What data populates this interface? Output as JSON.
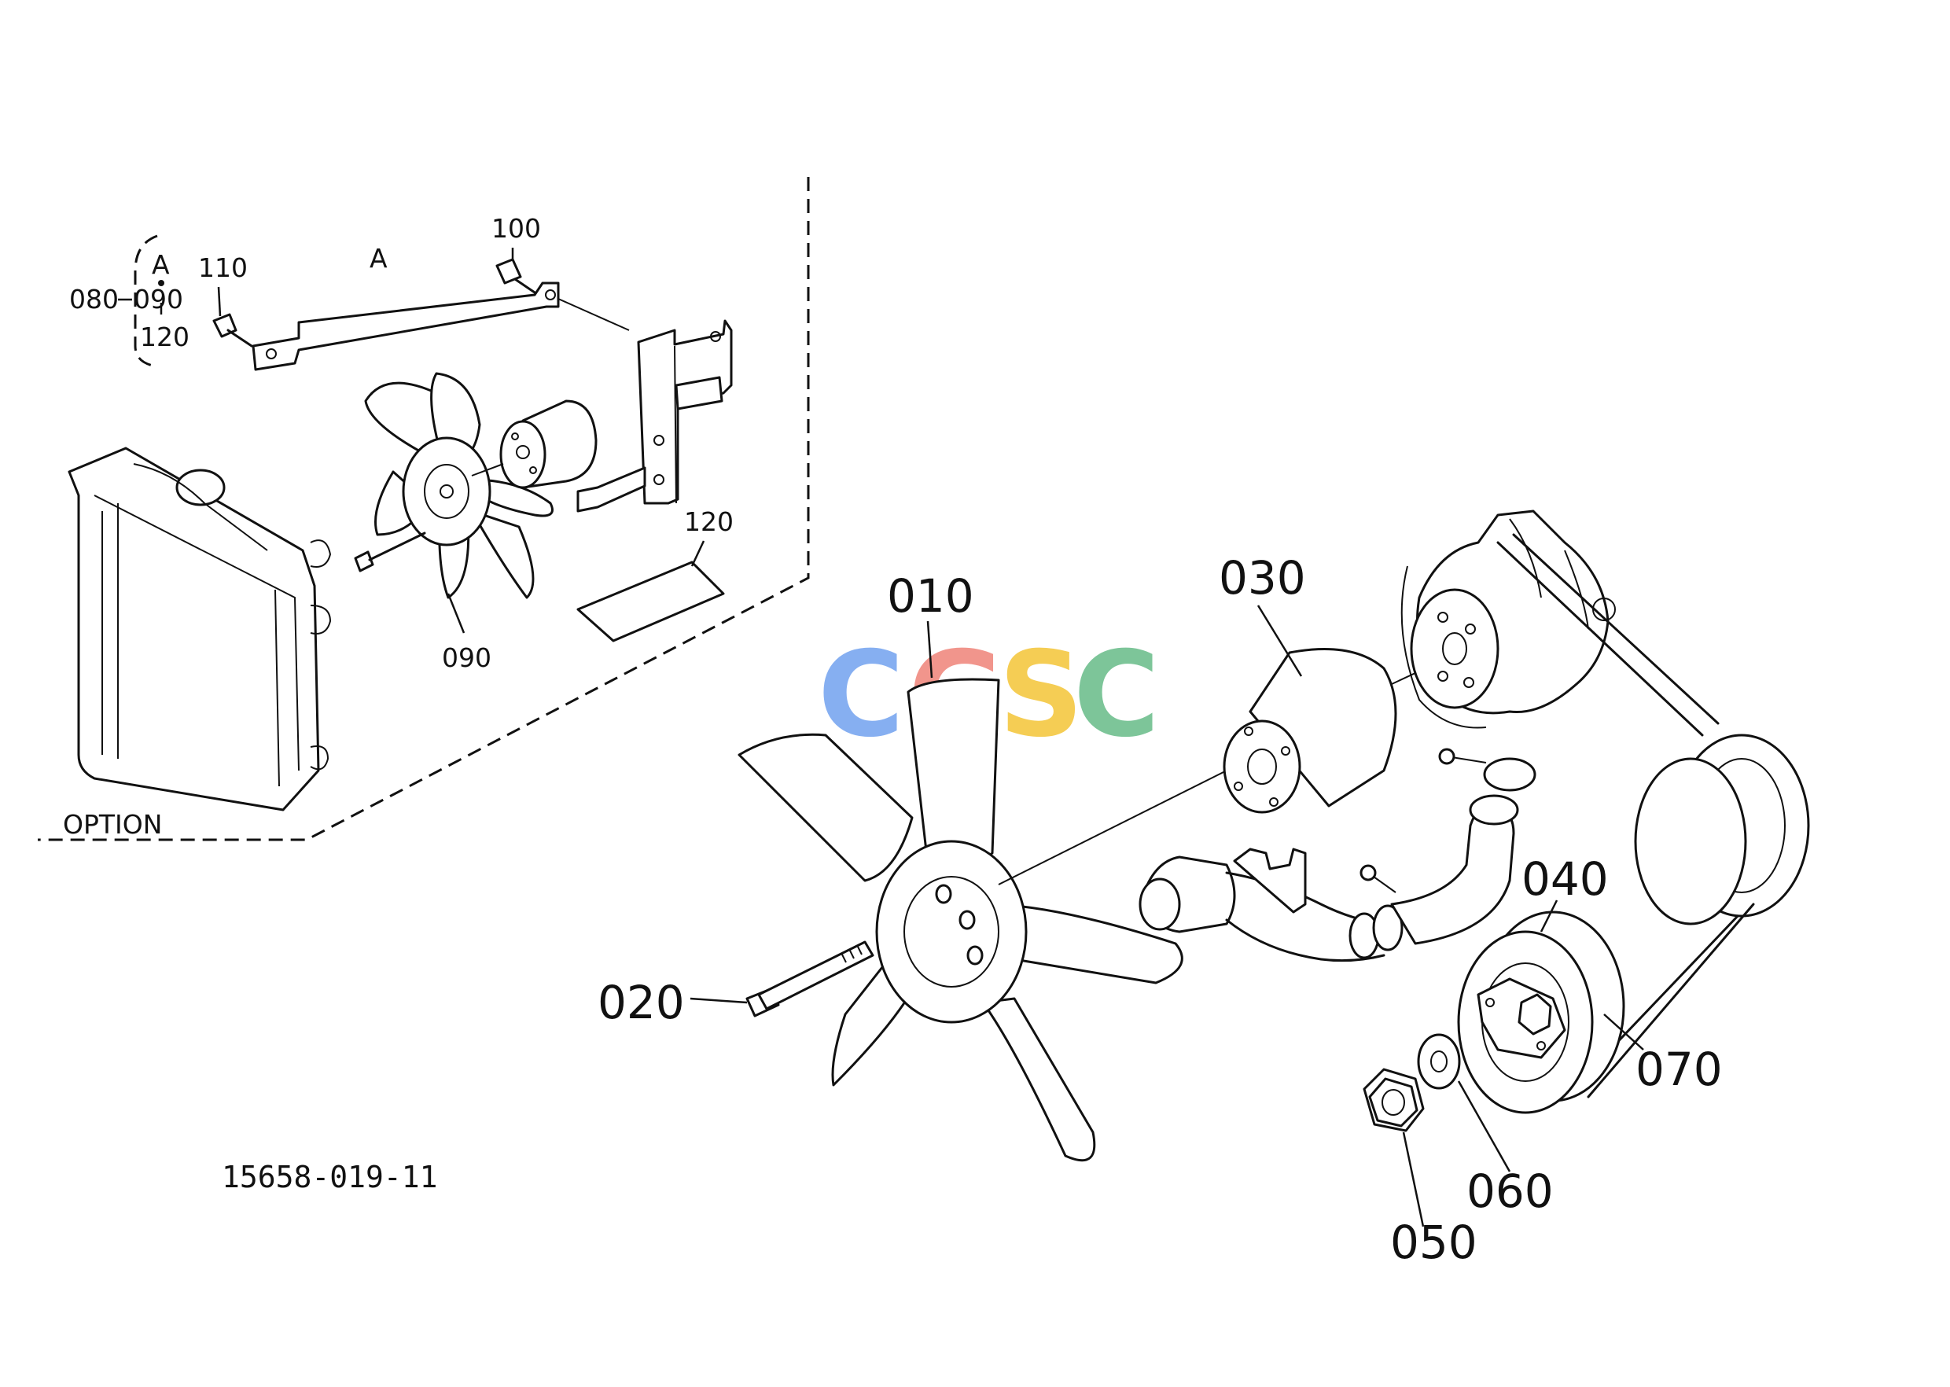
{
  "diagram": {
    "reference_number": "15658-019-11",
    "option_label": "OPTION",
    "group_label": "080-090\n120",
    "detail_marker": "A",
    "watermark": {
      "letters": [
        "C",
        "G",
        "S",
        "C"
      ],
      "colors": [
        "#7aa7f0",
        "#f08a80",
        "#f5c842",
        "#6fbf8e"
      ]
    },
    "callouts": {
      "p010": "010",
      "p020": "020",
      "p030": "030",
      "p040": "040",
      "p050": "050",
      "p060": "060",
      "p070": "070",
      "p090": "090",
      "p100": "100",
      "p110": "110",
      "p120": "120",
      "a_small": "A",
      "g080": "080",
      "g090": "090",
      "g120": "120"
    }
  }
}
